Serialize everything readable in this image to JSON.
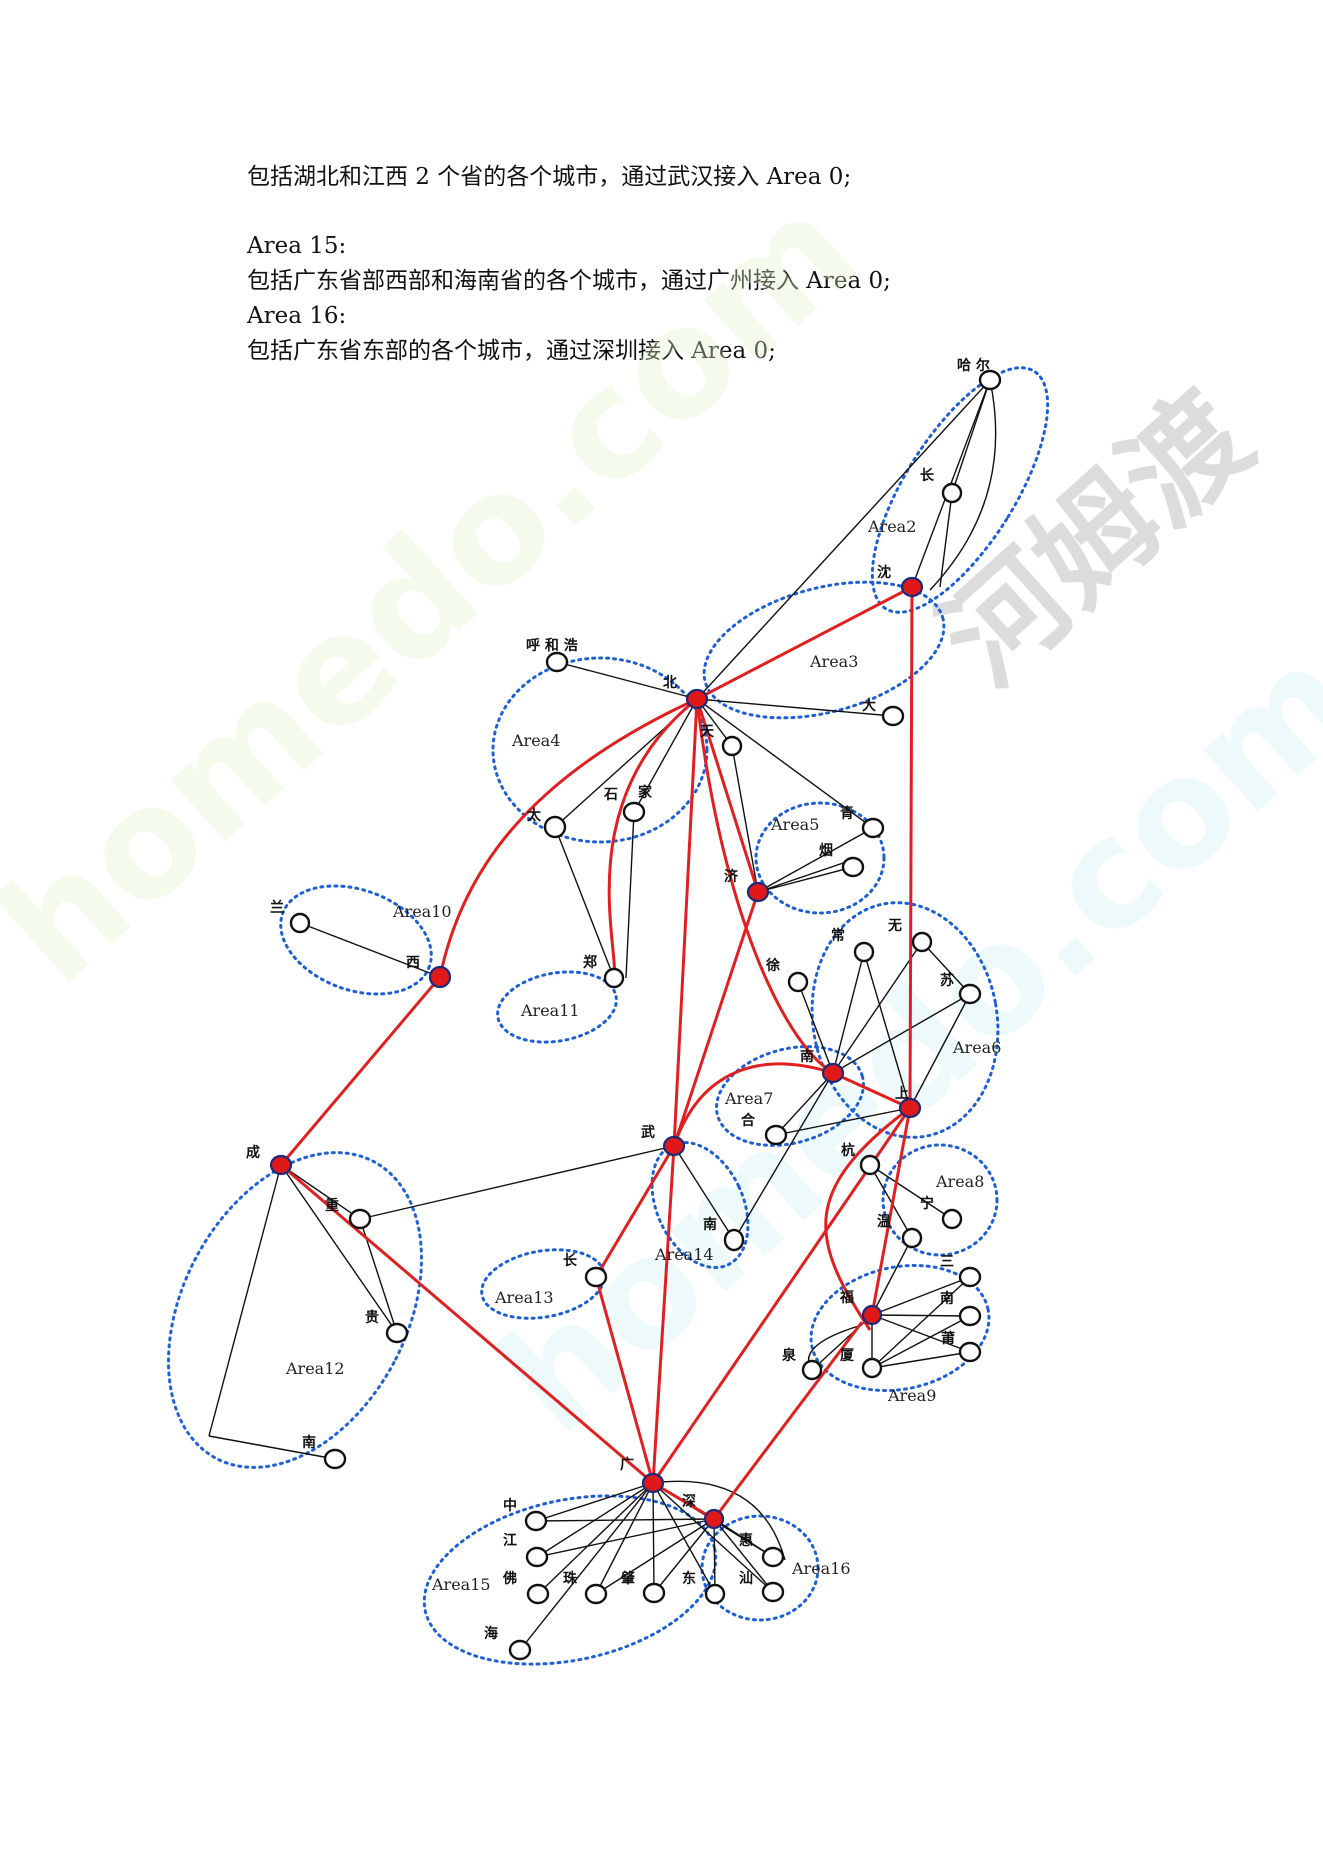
{
  "text": {
    "line1": "包括湖北和江西 2 个省的各个城市，通过武汉接入 Area 0;",
    "area15_title": "Area 15:",
    "area15_desc": "包括广东省部西部和海南省的各个城市，通过广州接入 Area 0;",
    "area16_title": "Area 16:",
    "area16_desc": "包括广东省东部的各个城市，通过深圳接入 Area 0;"
  },
  "watermark": {
    "left": "homedo.com",
    "right": "河姆渡"
  },
  "colors": {
    "ospf_area_border": "#1f5fd6",
    "backbone_link": "#e02020",
    "core_node": "#e01818"
  },
  "areas": [
    "Area2",
    "Area3",
    "Area4",
    "Area5",
    "Area6",
    "Area7",
    "Area8",
    "Area9",
    "Area10",
    "Area11",
    "Area12",
    "Area13",
    "Area14",
    "Area15",
    "Area16"
  ],
  "nodes": {
    "haer": "哈 尔",
    "chang_cc": "长",
    "shen_sy": "沈",
    "huhe": "呼 和 浩",
    "bei": "北",
    "tian": "天",
    "da": "大",
    "tai": "太",
    "shi": "石",
    "jia": "家",
    "ji": "济",
    "yan": "烟",
    "qing": "青",
    "lan": "兰",
    "xi": "西",
    "zheng": "郑",
    "xu": "徐",
    "chang_cz": "常",
    "wu": "无",
    "su": "苏",
    "nan_nj": "南",
    "shang": "上",
    "he": "合",
    "wuhan": "武",
    "hang": "杭",
    "ning": "宁",
    "wen": "温",
    "cheng": "成",
    "chong": "重",
    "gui": "贵",
    "nan_nc": "南",
    "chang_cs": "长",
    "san": "三",
    "nan_np": "南",
    "fu": "福",
    "pu": "莆",
    "quan": "泉",
    "xia": "厦",
    "nan_nn": "南",
    "guang": "广",
    "shen_sz": "深",
    "zhong": "中",
    "jiang": "江",
    "fo": "佛",
    "zhu": "珠",
    "zhao": "肇",
    "dong": "东",
    "hui": "惠",
    "shan": "汕",
    "hai": "海"
  }
}
